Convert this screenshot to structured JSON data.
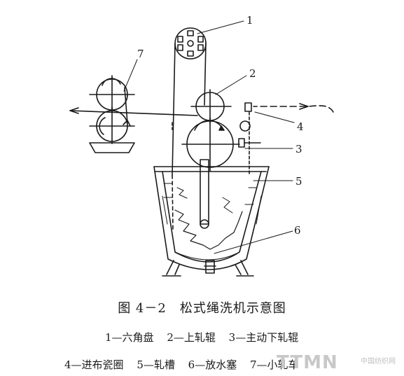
{
  "diagram": {
    "part_numbers": [
      "1",
      "2",
      "3",
      "4",
      "5",
      "6",
      "7"
    ]
  },
  "caption": "图 4－2　松式绳洗机示意图",
  "legend": {
    "row1": [
      "1—六角盘",
      "2—上轧辊",
      "3—主动下轧辊"
    ],
    "row2": [
      "4—进布瓷圈",
      "5—轧槽",
      "6—放水塞",
      "7—小轧车"
    ]
  },
  "watermark": {
    "big": "TTMN",
    "small": "中国纺织网"
  }
}
